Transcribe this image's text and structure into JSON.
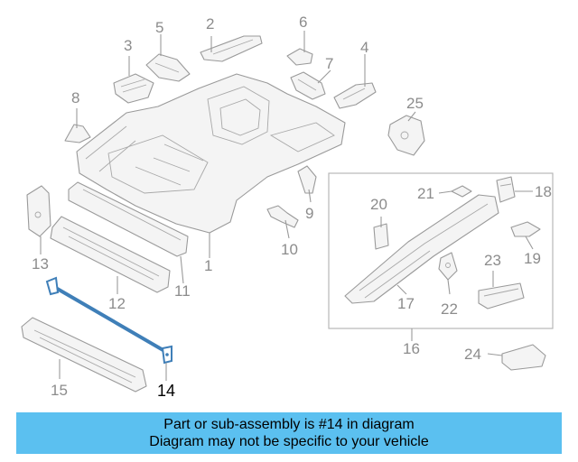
{
  "callouts": {
    "c1": "1",
    "c2": "2",
    "c3": "3",
    "c4": "4",
    "c5": "5",
    "c6": "6",
    "c7": "7",
    "c8": "8",
    "c9": "9",
    "c10": "10",
    "c11": "11",
    "c12": "12",
    "c13": "13",
    "c14": "14",
    "c15": "15",
    "c16": "16",
    "c17": "17",
    "c18": "18",
    "c19": "19",
    "c20": "20",
    "c21": "21",
    "c22": "22",
    "c23": "23",
    "c24": "24",
    "c25": "25"
  },
  "highlighted_part": "14",
  "colors": {
    "highlight_part": "#3f7fb8",
    "line_art": "#9a9a9a",
    "banner": "#5bc0f0"
  },
  "banner": {
    "line1": "Part or sub-assembly is #14 in diagram",
    "line2": "Diagram may not be specific to your vehicle"
  }
}
